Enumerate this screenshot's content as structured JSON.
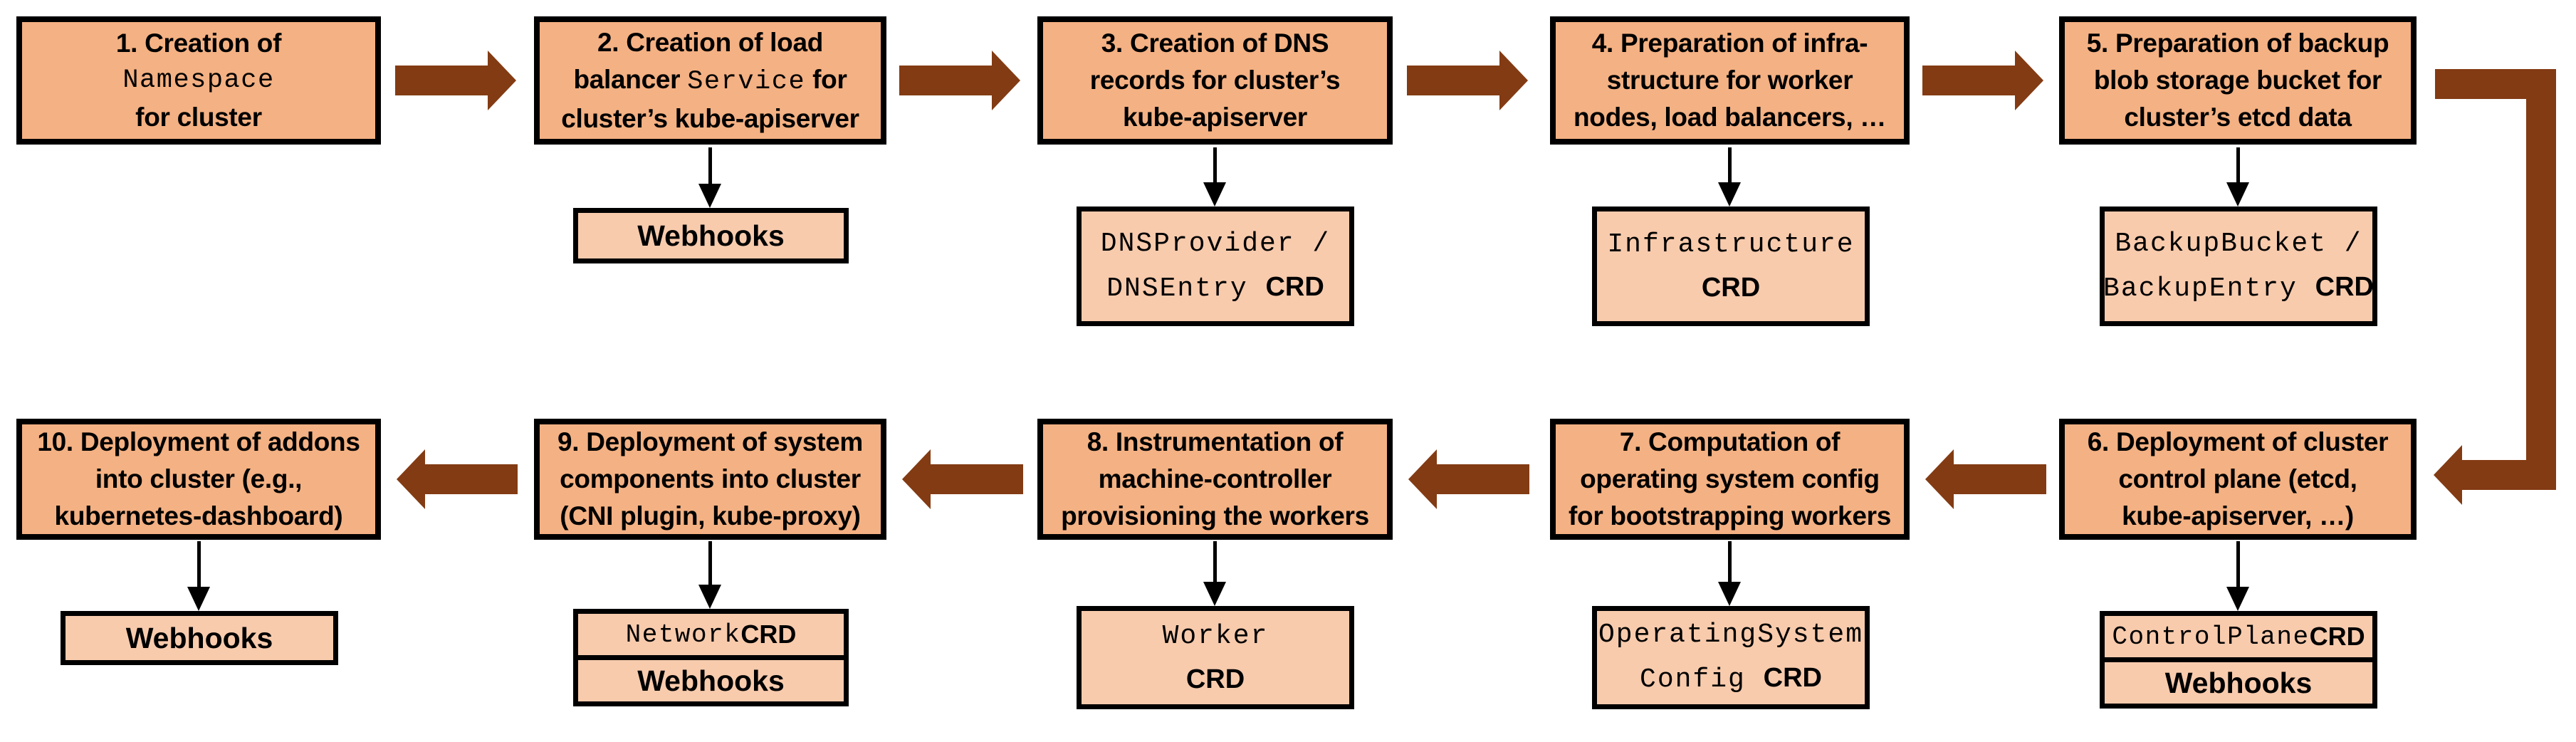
{
  "colors": {
    "box_fill": "#f4b183",
    "sub_box_fill": "#f8cbad",
    "arrow_brown": "#833b13",
    "border": "#000000"
  },
  "steps": [
    {
      "lines": {
        "l1": "1. Creation of",
        "l2_mono": "Namespace",
        "l3": "for cluster"
      }
    },
    {
      "lines": {
        "l1": "2. Creation of load",
        "l2a": "balancer ",
        "l2b_mono": "Service",
        "l2c": " for",
        "l3": "cluster’s kube-apiserver"
      }
    },
    {
      "lines": {
        "l1": "3. Creation of DNS",
        "l2": "records for cluster’s",
        "l3": "kube-apiserver"
      }
    },
    {
      "lines": {
        "l1": "4. Preparation of infra-",
        "l2": "structure for worker",
        "l3": "nodes, load balancers, …"
      }
    },
    {
      "lines": {
        "l1": "5. Preparation of backup",
        "l2": "blob storage bucket for",
        "l3": "cluster’s etcd data"
      }
    },
    {
      "lines": {
        "l1": "6. Deployment of cluster",
        "l2": "control plane (etcd,",
        "l3": "kube-apiserver, …)"
      }
    },
    {
      "lines": {
        "l1": "7. Computation of",
        "l2": "operating system config",
        "l3": "for bootstrapping workers"
      }
    },
    {
      "lines": {
        "l1": "8. Instrumentation of",
        "l2": "machine-controller",
        "l3": "provisioning the workers"
      }
    },
    {
      "lines": {
        "l1": "9. Deployment of system",
        "l2": "components into cluster",
        "l3": "(CNI plugin, kube-proxy)"
      }
    },
    {
      "lines": {
        "l1": "10. Deployment of addons",
        "l2": "into cluster (e.g.,",
        "l3": "kubernetes-dashboard)"
      }
    }
  ],
  "subs": {
    "webhooks_step2": {
      "label": "Webhooks"
    },
    "dns": {
      "l1_mono": "DNSProvider /",
      "l2_mono": "DNSEntry ",
      "crd": "CRD"
    },
    "infra": {
      "l1_mono": "Infrastructure",
      "crd": "CRD"
    },
    "backup": {
      "l1_mono": "BackupBucket /",
      "l2_mono": "BackupEntry ",
      "crd": "CRD"
    },
    "controlplane": {
      "l1_mono": "ControlPlane ",
      "crd": "CRD",
      "webhooks": "Webhooks"
    },
    "osc": {
      "l1_mono": "OperatingSystem",
      "l2_mono": "Config ",
      "crd": "CRD"
    },
    "worker": {
      "l1_mono": "Worker",
      "crd": "CRD"
    },
    "network": {
      "l1_mono": "Network ",
      "crd": "CRD",
      "webhooks": "Webhooks"
    },
    "addons": {
      "webhooks": "Webhooks"
    }
  }
}
